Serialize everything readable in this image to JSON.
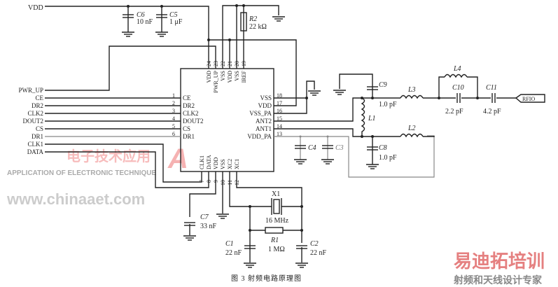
{
  "caption": "图 3  射频电路原理图",
  "vdd_label": "VDD",
  "signals": [
    "PWR_UP",
    "CE",
    "DR2",
    "CLK2",
    "DOUT2",
    "CS",
    "DR1",
    "CLK1",
    "DATA"
  ],
  "chip": {
    "left_pins": [
      {
        "n": "1",
        "name": "CE"
      },
      {
        "n": "2",
        "name": "DR2"
      },
      {
        "n": "3",
        "name": "CLK2"
      },
      {
        "n": "4",
        "name": "DOUT2"
      },
      {
        "n": "5",
        "name": "CS"
      },
      {
        "n": "6",
        "name": "DR1"
      }
    ],
    "right_pins": [
      {
        "n": "18",
        "name": "VSS"
      },
      {
        "n": "17",
        "name": "VDD"
      },
      {
        "n": "16",
        "name": "VSS_PA"
      },
      {
        "n": "15",
        "name": "ANT2"
      },
      {
        "n": "14",
        "name": "ANT1"
      },
      {
        "n": "13",
        "name": "VDD_PA"
      }
    ],
    "top_pins": [
      {
        "n": "24",
        "name": "VDD"
      },
      {
        "n": "23",
        "name": "PWR_UP"
      },
      {
        "n": "22",
        "name": "VSS"
      },
      {
        "n": "21",
        "name": "VDD"
      },
      {
        "n": "20",
        "name": "VSS"
      },
      {
        "n": "19",
        "name": "IREF"
      }
    ],
    "bottom_pins": [
      {
        "n": "7",
        "name": "CLK1"
      },
      {
        "n": "8",
        "name": "DATA"
      },
      {
        "n": "9",
        "name": "VDD"
      },
      {
        "n": "10",
        "name": "VSS"
      },
      {
        "n": "11",
        "name": "XC2"
      },
      {
        "n": "12",
        "name": "XC1"
      }
    ]
  },
  "components": {
    "C6": {
      "ref": "C6",
      "value": "10 nF"
    },
    "C5": {
      "ref": "C5",
      "value": "1 μF"
    },
    "R2": {
      "ref": "R2",
      "value": "22 kΩ"
    },
    "C9": {
      "ref": "C9",
      "value": "1.0 pF"
    },
    "L3": {
      "ref": "L3"
    },
    "L4": {
      "ref": "L4"
    },
    "C10": {
      "ref": "C10",
      "value": "2.2 pF"
    },
    "C11": {
      "ref": "C11",
      "value": "4.2 pF"
    },
    "L1": {
      "ref": "L1"
    },
    "L2": {
      "ref": "L2"
    },
    "C8": {
      "ref": "C8",
      "value": "1.0 pF"
    },
    "C4": {
      "ref": "C4"
    },
    "C3": {
      "ref": "C3"
    },
    "C7": {
      "ref": "C7",
      "value": "33 nF"
    },
    "X1": {
      "ref": "X1",
      "value": "16 MHz"
    },
    "R1": {
      "ref": "R1",
      "value": "1 MΩ"
    },
    "C1": {
      "ref": "C1",
      "value": "22 nF"
    },
    "C2": {
      "ref": "C2",
      "value": "22 nF"
    }
  },
  "port": "RFIO",
  "watermarks": {
    "magazine_cn": "电子技术应用",
    "magazine_en": "APPLICATION OF ELECTRONIC TECHNIQUE",
    "site": "www.chinaaet.com",
    "brand": "易迪拓培训",
    "brand_sub": "射频和天线设计专家"
  }
}
